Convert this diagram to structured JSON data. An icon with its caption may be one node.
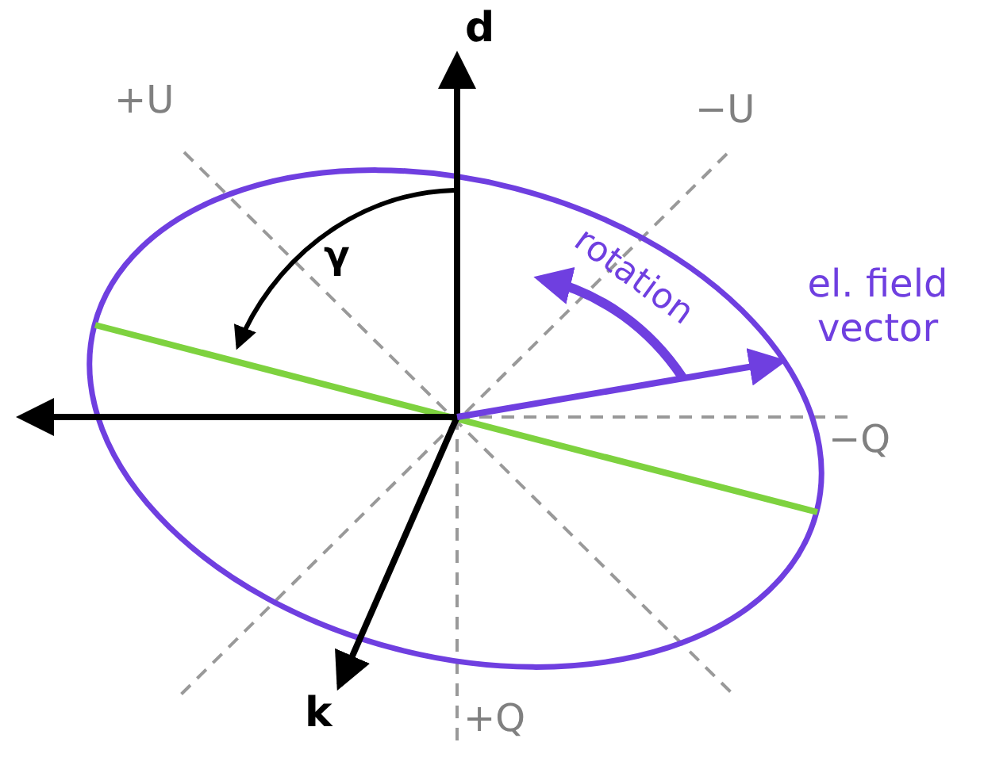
{
  "diagram": {
    "labels": [
      "d",
      "+U",
      "−U",
      "γ",
      "rotation",
      "el. field vector",
      "−Q",
      "k",
      "+Q"
    ]
  }
}
